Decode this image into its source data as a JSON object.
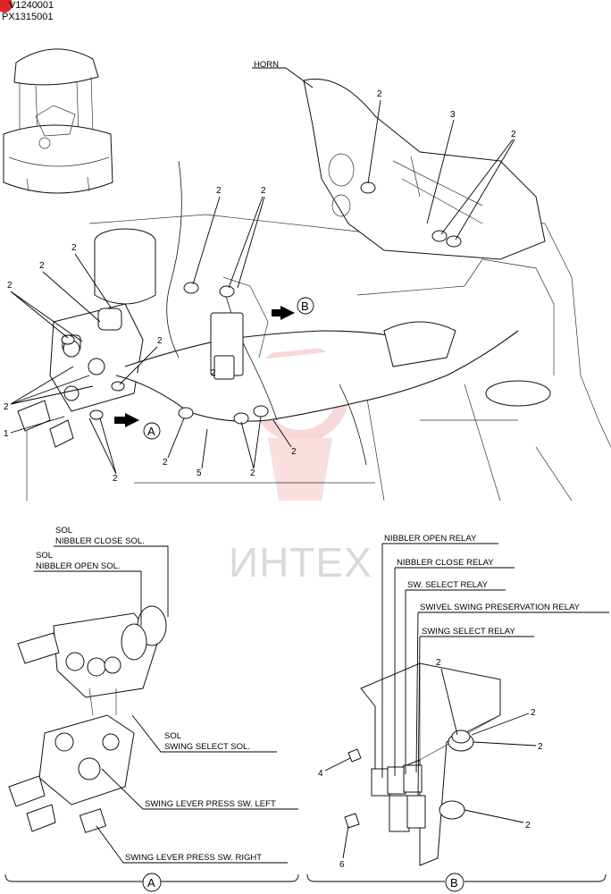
{
  "header": {
    "code_top": "V1240001",
    "code_bottom": "PX1315001"
  },
  "watermark": "ИНТЕХ",
  "main_view": {
    "labels": {
      "horn": "HORN"
    },
    "callouts": [
      "2",
      "3",
      "2",
      "2",
      "2",
      "2",
      "2",
      "2",
      "2",
      "2",
      "1",
      "2",
      "2",
      "5",
      "2",
      "2",
      "2"
    ],
    "view_markers": {
      "a": "A",
      "b": "B"
    }
  },
  "detail_a": {
    "labels": {
      "sol_1": "SOL",
      "nibbler_close_sol": "NIBBLER CLOSE SOL.",
      "sol_2": "SOL",
      "nibbler_open_sol": "NIBBLER OPEN SOL.",
      "sol_3": "SOL",
      "swing_select_sol": "SWING SELECT SOL.",
      "swing_lever_left": "SWING LEVER PRESS SW. LEFT",
      "swing_lever_right": "SWING LEVER PRESS SW. RIGHT"
    },
    "section_label": "A"
  },
  "detail_b": {
    "labels": {
      "nibbler_open_relay": "NIBBLER OPEN RELAY",
      "nibbler_close_relay": "NIBBLER CLOSE RELAY",
      "sw_select_relay": "SW. SELECT RELAY",
      "swivel_swing_relay": "SWIVEL SWING PRESERVATION RELAY",
      "swing_select_relay": "SWING SELECT RELAY"
    },
    "callouts": {
      "c2a": "2",
      "c2b": "2",
      "c2c": "2",
      "c2d": "2",
      "c4": "4",
      "c6": "6"
    },
    "section_label": "B"
  },
  "colors": {
    "line": "#000000",
    "badge": "#e0242c",
    "watermark": "#d9d9d9"
  }
}
